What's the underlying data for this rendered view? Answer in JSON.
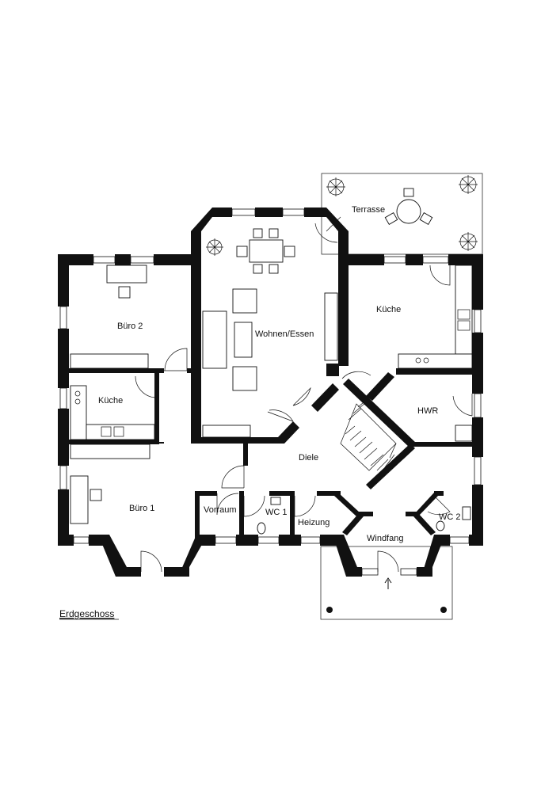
{
  "plan": {
    "title": "Erdgeschoss",
    "rooms": {
      "terrasse": "Terrasse",
      "wohnen_essen": "Wohnen/Essen",
      "buero2": "Büro 2",
      "kueche_left": "Küche",
      "kueche_right": "Küche",
      "hwr": "HWR",
      "diele": "Diele",
      "buero1": "Büro 1",
      "vorraum": "Vorraum",
      "wc1": "WC 1",
      "heizung": "Heizung",
      "windfang": "Windfang",
      "wc2": "WC 2"
    }
  },
  "colors": {
    "wall": "#111111",
    "background": "#ffffff"
  }
}
